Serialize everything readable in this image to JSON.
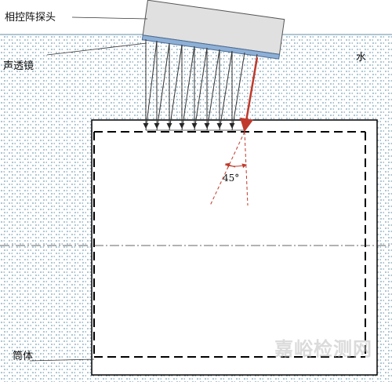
{
  "labels": {
    "probe": "相控阵探头",
    "lens": "声透镜",
    "water": "水",
    "cylinder": "筒体",
    "angle": "45°"
  },
  "watermark": "嘉峪检测网",
  "colors": {
    "water": "#5f8ea3",
    "probe_fill": "#e0e0e0",
    "lens": "#8fb0d6",
    "beam": "#333333",
    "refracted_beam": "#c0392b",
    "outline": "#000000"
  }
}
